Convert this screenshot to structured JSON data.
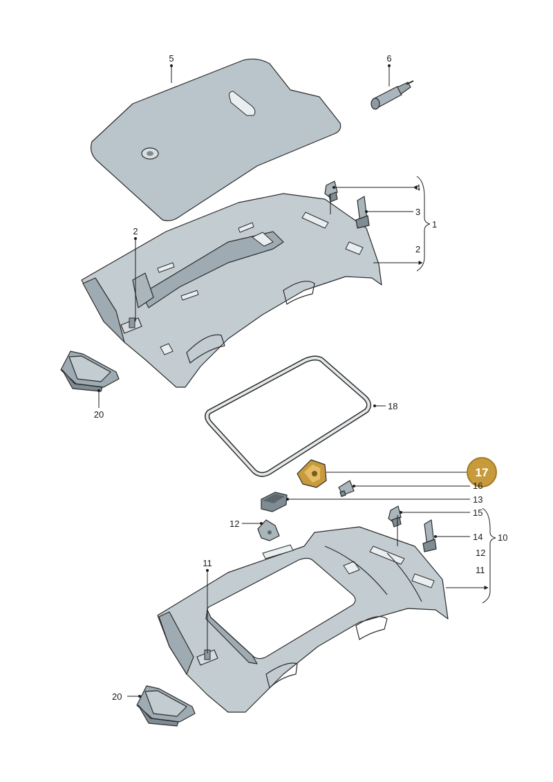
{
  "diagram": {
    "highlight_color": "#c79a3c",
    "part_color": "#c3ccd1",
    "labels": {
      "p1": "1",
      "p2a": "2",
      "p2b": "2",
      "p3": "3",
      "p4": "4",
      "p5": "5",
      "p6": "6",
      "p10": "10",
      "p11a": "11",
      "p11b": "11",
      "p12a": "12",
      "p12b": "12",
      "p13": "13",
      "p14": "14",
      "p15": "15",
      "p16": "16",
      "p17": "17",
      "p18": "18",
      "p20a": "20",
      "p20b": "20"
    }
  }
}
